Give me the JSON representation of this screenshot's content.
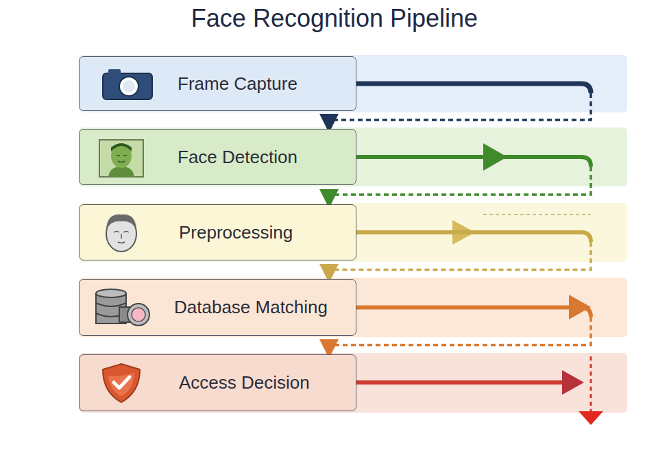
{
  "diagram": {
    "title": "Face Recognition Pipeline",
    "nodes": [
      {
        "text": [
          "Frame Capture"
        ]
      },
      {
        "text": [
          "Face Detection"
        ]
      },
      {
        "text": [
          "Preprocessing"
        ]
      },
      {
        "text": [
          "Database Matching"
        ]
      },
      {
        "text": [
          "Access Decision"
        ]
      }
    ],
    "edges": [
      {
        "from": 0,
        "to": 1,
        "arrow": "to"
      },
      {
        "from": 1,
        "to": 2,
        "arrow": "to"
      },
      {
        "from": 2,
        "to": 3,
        "arrow": "to"
      },
      {
        "from": 3,
        "to": 4,
        "arrow": "to"
      }
    ]
  }
}
